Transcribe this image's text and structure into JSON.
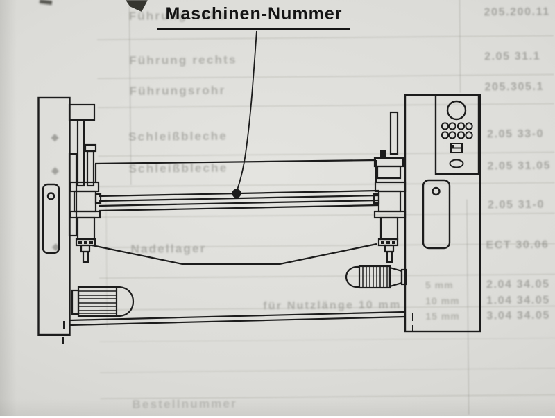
{
  "title": {
    "text": "Maschinen-Nummer"
  },
  "colors": {
    "ink": "#1c1c1c",
    "paper": "#dadad6",
    "faint_text": "#8f8f88"
  },
  "machine": {
    "view": "folding-machine-front-view",
    "callout_marker": "filled-dot"
  },
  "bleed": {
    "rows": [
      {
        "label": "Führung links",
        "value": "205.200.11"
      },
      {
        "label": "Führung rechts",
        "value": "2.05 31.1"
      },
      {
        "label": "Führungsrohr",
        "value": "205.305.1"
      },
      {
        "label": "Schleißbleche",
        "value": "2.05 33-0"
      },
      {
        "label": "Schleißbleche",
        "value": "2.05 31.05"
      },
      {
        "label": "",
        "value": "2.05 31-0"
      },
      {
        "label": "Nadellager",
        "value": "ECT 30.06"
      },
      {
        "label": "für Nutzlänge 10 mm",
        "value": "2.04 34.05",
        "size": "5 mm"
      },
      {
        "label": "",
        "value": "1.04 34.05",
        "size": "10 mm"
      },
      {
        "label": "",
        "value": "3.04 34.05",
        "size": "15 mm"
      },
      {
        "label": "Bestellnummer",
        "value": ""
      }
    ]
  }
}
